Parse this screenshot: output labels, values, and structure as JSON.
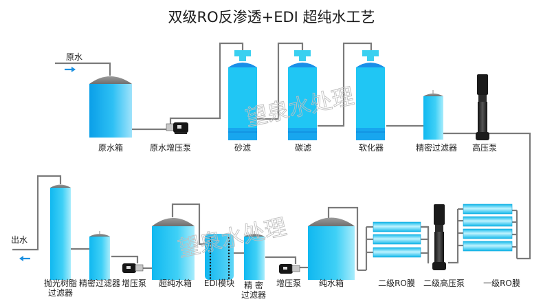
{
  "title": "双级RO反渗透+EDI 超纯水工艺",
  "watermark": "望泉水处理",
  "inlet_label": "原水",
  "outlet_label": "出水",
  "colors": {
    "water": "#1fc4f2",
    "water_dark": "#0aa0e6",
    "dome": "#8e8e8e",
    "pipe": "#7a7a7a",
    "arrow": "#1a8fe0",
    "pump": "#1b1b1b",
    "filter_cap": "#3ad0f0"
  },
  "top_row": [
    {
      "id": "raw-water-tank",
      "label": "原水箱"
    },
    {
      "id": "raw-water-booster-pump",
      "label": "原水增压泵"
    },
    {
      "id": "sand-filter",
      "label": "砂滤"
    },
    {
      "id": "carbon-filter",
      "label": "碳滤"
    },
    {
      "id": "softener",
      "label": "软化器"
    },
    {
      "id": "precision-filter-1",
      "label": "精密过滤器"
    },
    {
      "id": "high-pressure-pump",
      "label": "高压泵"
    }
  ],
  "bottom_row": [
    {
      "id": "polishing-resin-filter",
      "label_line1": "抛光树脂",
      "label_line2": "过滤器"
    },
    {
      "id": "precision-filter-3",
      "label": "精密过滤器"
    },
    {
      "id": "booster-pump-2",
      "label": "增压泵"
    },
    {
      "id": "ultrapure-water-tank",
      "label": "超纯水箱"
    },
    {
      "id": "edi-module",
      "label": "EDI模块"
    },
    {
      "id": "precision-filter-2",
      "label_line1": "精 密",
      "label_line2": "过滤器"
    },
    {
      "id": "booster-pump-1",
      "label": "增压泵"
    },
    {
      "id": "pure-water-tank",
      "label": "纯水箱"
    },
    {
      "id": "secondary-ro-membrane",
      "label": "二级RO膜"
    },
    {
      "id": "secondary-high-pressure-pump",
      "label": "二级高压泵"
    },
    {
      "id": "primary-ro-membrane",
      "label": "一级RO膜"
    }
  ]
}
